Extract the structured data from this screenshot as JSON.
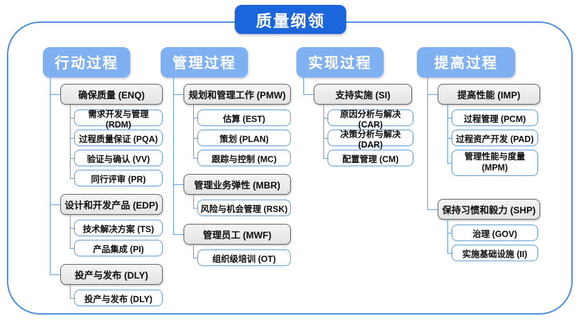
{
  "title": "质量纲领",
  "colors": {
    "title_bg": "#1b66dd",
    "header_bg": "#7fb0f2",
    "connector": "#5d9de0",
    "frame_border": "#4a90e2",
    "group_fill": "#e4e4e4",
    "group_border": "#5f5f5f",
    "leaf_border": "#5b9bd5"
  },
  "columns": [
    {
      "header": "行动过程",
      "groups": [
        {
          "label": "确保质量 (ENQ)",
          "children": [
            "需求开发与管理 (RDM)",
            "过程质量保证 (PQA)",
            "验证与确认 (VV)",
            "同行评审 (PR)"
          ]
        },
        {
          "label": "设计和开发产品 (EDP)",
          "children": [
            "技术解决方案 (TS)",
            "产品集成 (PI)"
          ]
        },
        {
          "label": "投产与发布 (DLY)",
          "children": [
            "投产与发布 (DLY)"
          ]
        }
      ]
    },
    {
      "header": "管理过程",
      "groups": [
        {
          "label": "规划和管理工作 (PMW)",
          "children": [
            "估算 (EST)",
            "策划 (PLAN)",
            "跟踪与控制 (MC)"
          ]
        },
        {
          "label": "管理业务弹性 (MBR)",
          "children": [
            "风险与机会管理 (RSK)"
          ]
        },
        {
          "label": "管理员工 (MWF)",
          "children": [
            "组织级培训 (OT)"
          ]
        }
      ]
    },
    {
      "header": "实现过程",
      "groups": [
        {
          "label": "支持实施 (SI)",
          "children": [
            "原因分析与解决 (CAR)",
            "决策分析与解决 (DAR)",
            "配置管理 (CM)"
          ]
        }
      ]
    },
    {
      "header": "提高过程",
      "groups": [
        {
          "label": "提高性能 (IMP)",
          "children": [
            "过程管理 (PCM)",
            "过程资产开发 (PAD)",
            "管理性能与度量 (MPM)"
          ]
        },
        {
          "label": "保持习惯和毅力 (SHP)",
          "children": [
            "治理 (GOV)",
            "实施基础设施 (II)"
          ]
        }
      ]
    }
  ]
}
